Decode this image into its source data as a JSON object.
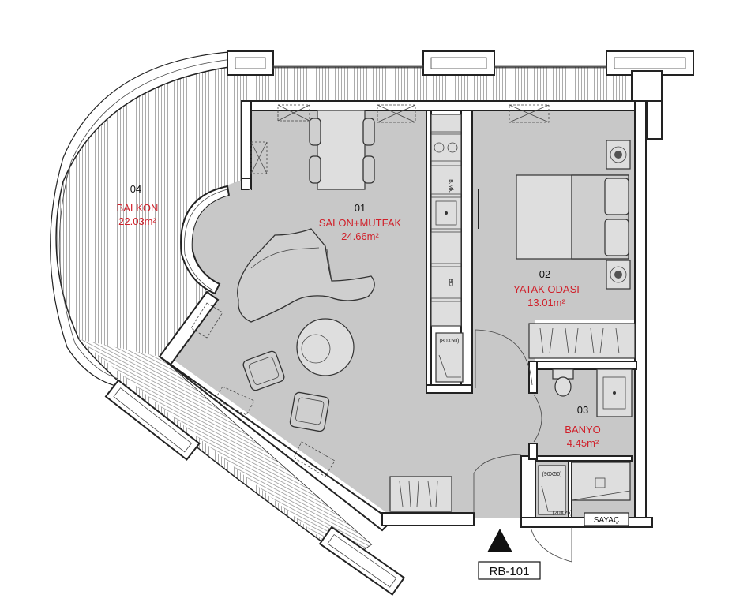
{
  "colors": {
    "floor": "#c8c8c8",
    "wall": "#ffffff",
    "wall_stroke": "#222222",
    "label_red": "#d0202a",
    "furniture": "#cfcfcf"
  },
  "rooms": [
    {
      "number": "01",
      "name": "SALON+MUTFAK",
      "area": "24.66m²"
    },
    {
      "number": "02",
      "name": "YATAK ODASI",
      "area": "13.01m²"
    },
    {
      "number": "03",
      "name": "BANYO",
      "area": "4.45m²"
    },
    {
      "number": "04",
      "name": "BALKON",
      "area": "22.03m²"
    }
  ],
  "fixtures": {
    "kitchen_appliance_1": "B.Mk.",
    "kitchen_appliance_2": "BD",
    "shower_kitchen_side": "(80X50)",
    "shower_bath": "(90X50)",
    "shower_bath_small": "(20X25)"
  },
  "meter_label": "SAYAÇ",
  "unit_code": "RB-101"
}
